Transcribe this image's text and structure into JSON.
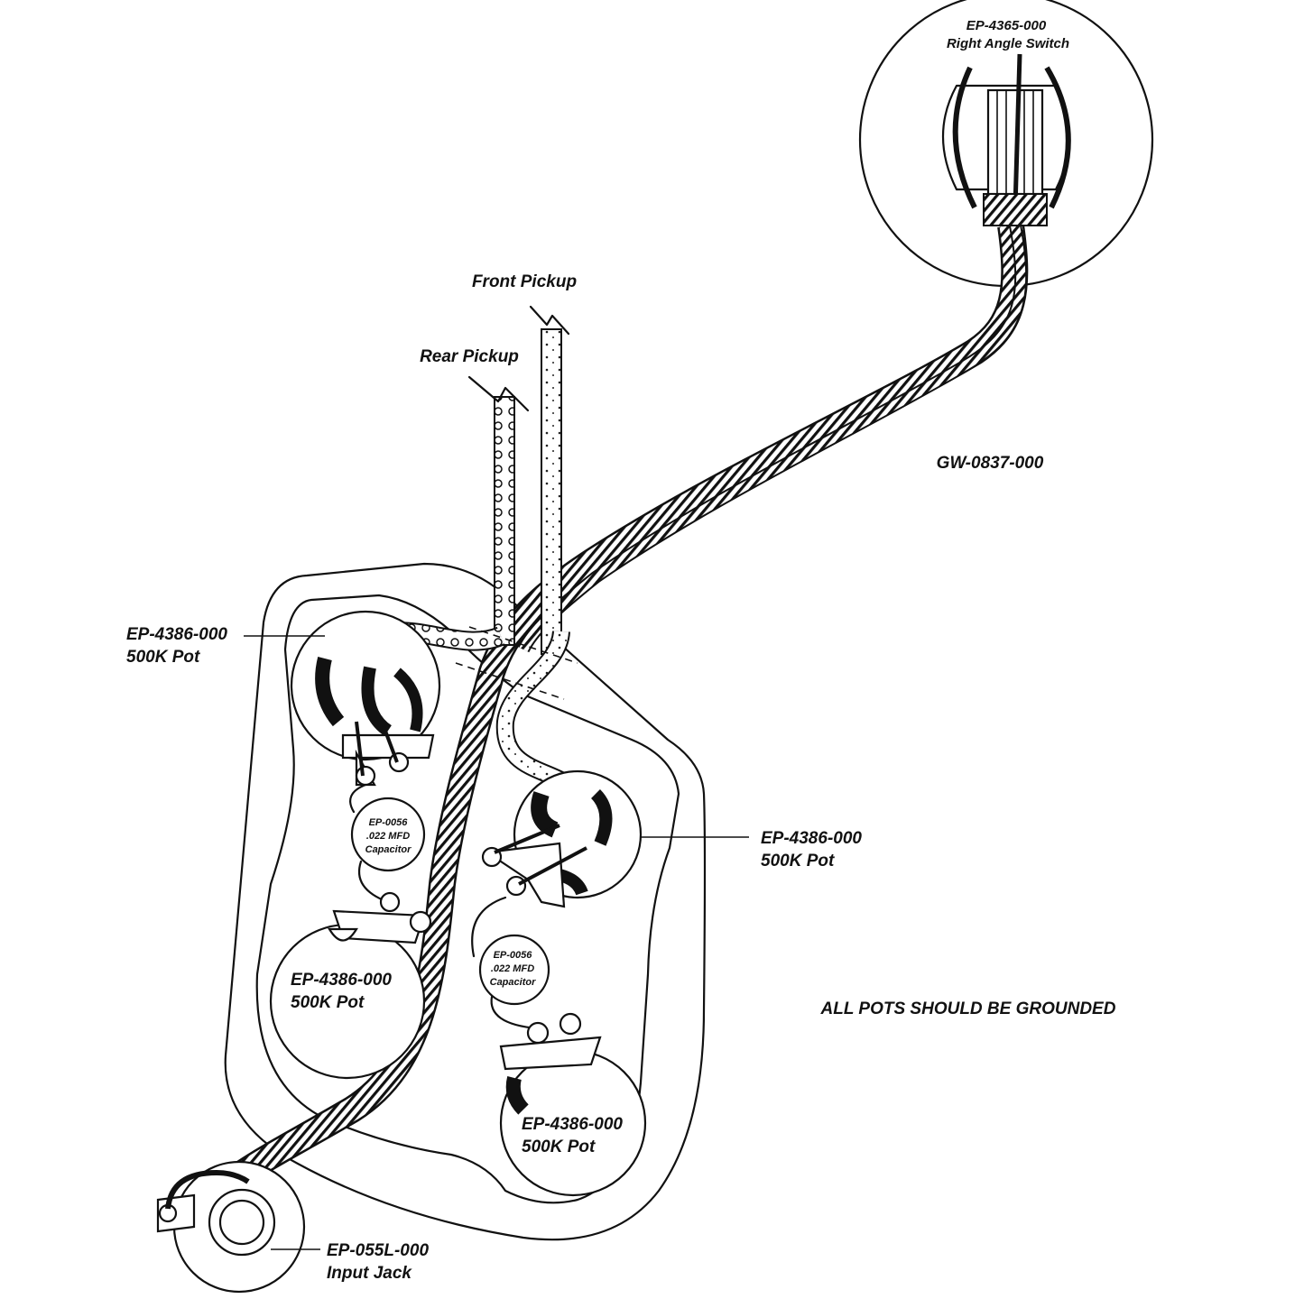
{
  "diagram": {
    "switch": {
      "part": "EP-4365-000",
      "name": "Right Angle Switch"
    },
    "switch_harness": {
      "part": "GW-0837-000"
    },
    "front_pickup": {
      "label": "Front Pickup"
    },
    "rear_pickup": {
      "label": "Rear Pickup"
    },
    "pots": [
      {
        "part": "EP-4386-000",
        "value": "500K Pot"
      },
      {
        "part": "EP-4386-000",
        "value": "500K Pot"
      },
      {
        "part": "EP-4386-000",
        "value": "500K Pot"
      },
      {
        "part": "EP-4386-000",
        "value": "500K Pot"
      }
    ],
    "capacitors": [
      {
        "part": "EP-0056",
        "value": ".022 MFD",
        "name": "Capacitor"
      },
      {
        "part": "EP-0056",
        "value": ".022 MFD",
        "name": "Capacitor"
      }
    ],
    "jack": {
      "part": "EP-055L-000",
      "name": "Input Jack"
    },
    "note": "ALL POTS SHOULD BE GROUNDED"
  }
}
